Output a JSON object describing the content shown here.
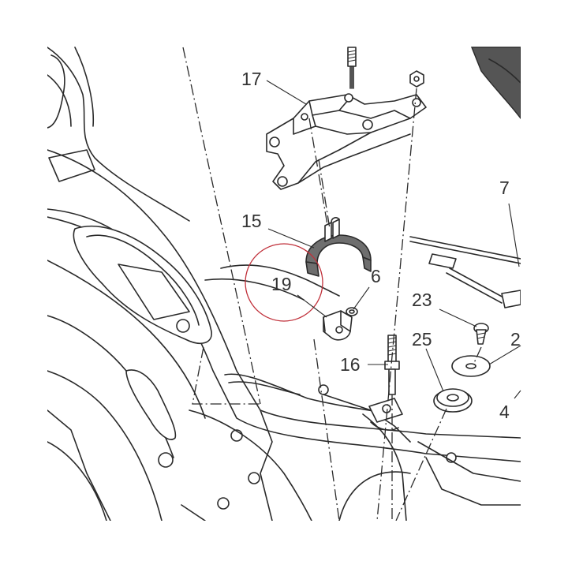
{
  "diagram": {
    "callouts": [
      {
        "id": "17",
        "label": "17"
      },
      {
        "id": "15",
        "label": "15"
      },
      {
        "id": "19",
        "label": "19"
      },
      {
        "id": "6",
        "label": "6"
      },
      {
        "id": "7",
        "label": "7"
      },
      {
        "id": "23",
        "label": "23"
      },
      {
        "id": "25",
        "label": "25"
      },
      {
        "id": "16",
        "label": "16"
      },
      {
        "id": "2",
        "label": "2"
      },
      {
        "id": "4",
        "label": "4"
      }
    ],
    "highlight_color": "#c0303a",
    "shaded_part_color": "#6e6e6e"
  }
}
